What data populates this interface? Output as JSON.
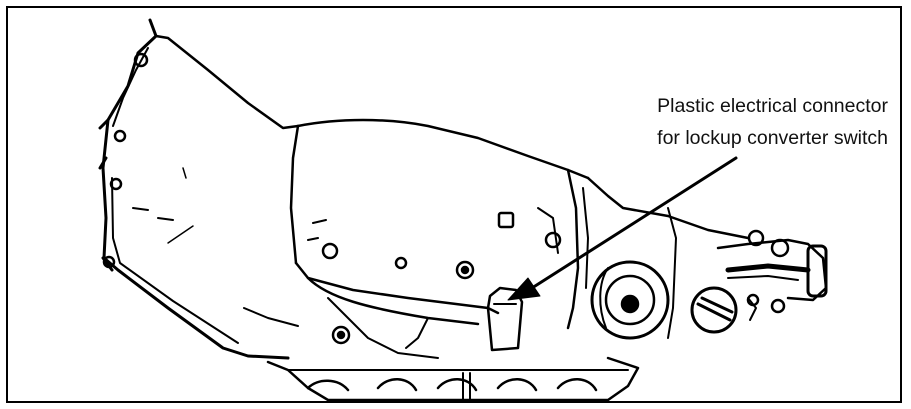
{
  "callout": {
    "line1": "Plastic electrical connector",
    "line2": "for lockup converter switch"
  },
  "colors": {
    "ink": "#000000",
    "paper": "#ffffff"
  },
  "icons": [
    "transmission-illustration",
    "leader-arrow"
  ]
}
